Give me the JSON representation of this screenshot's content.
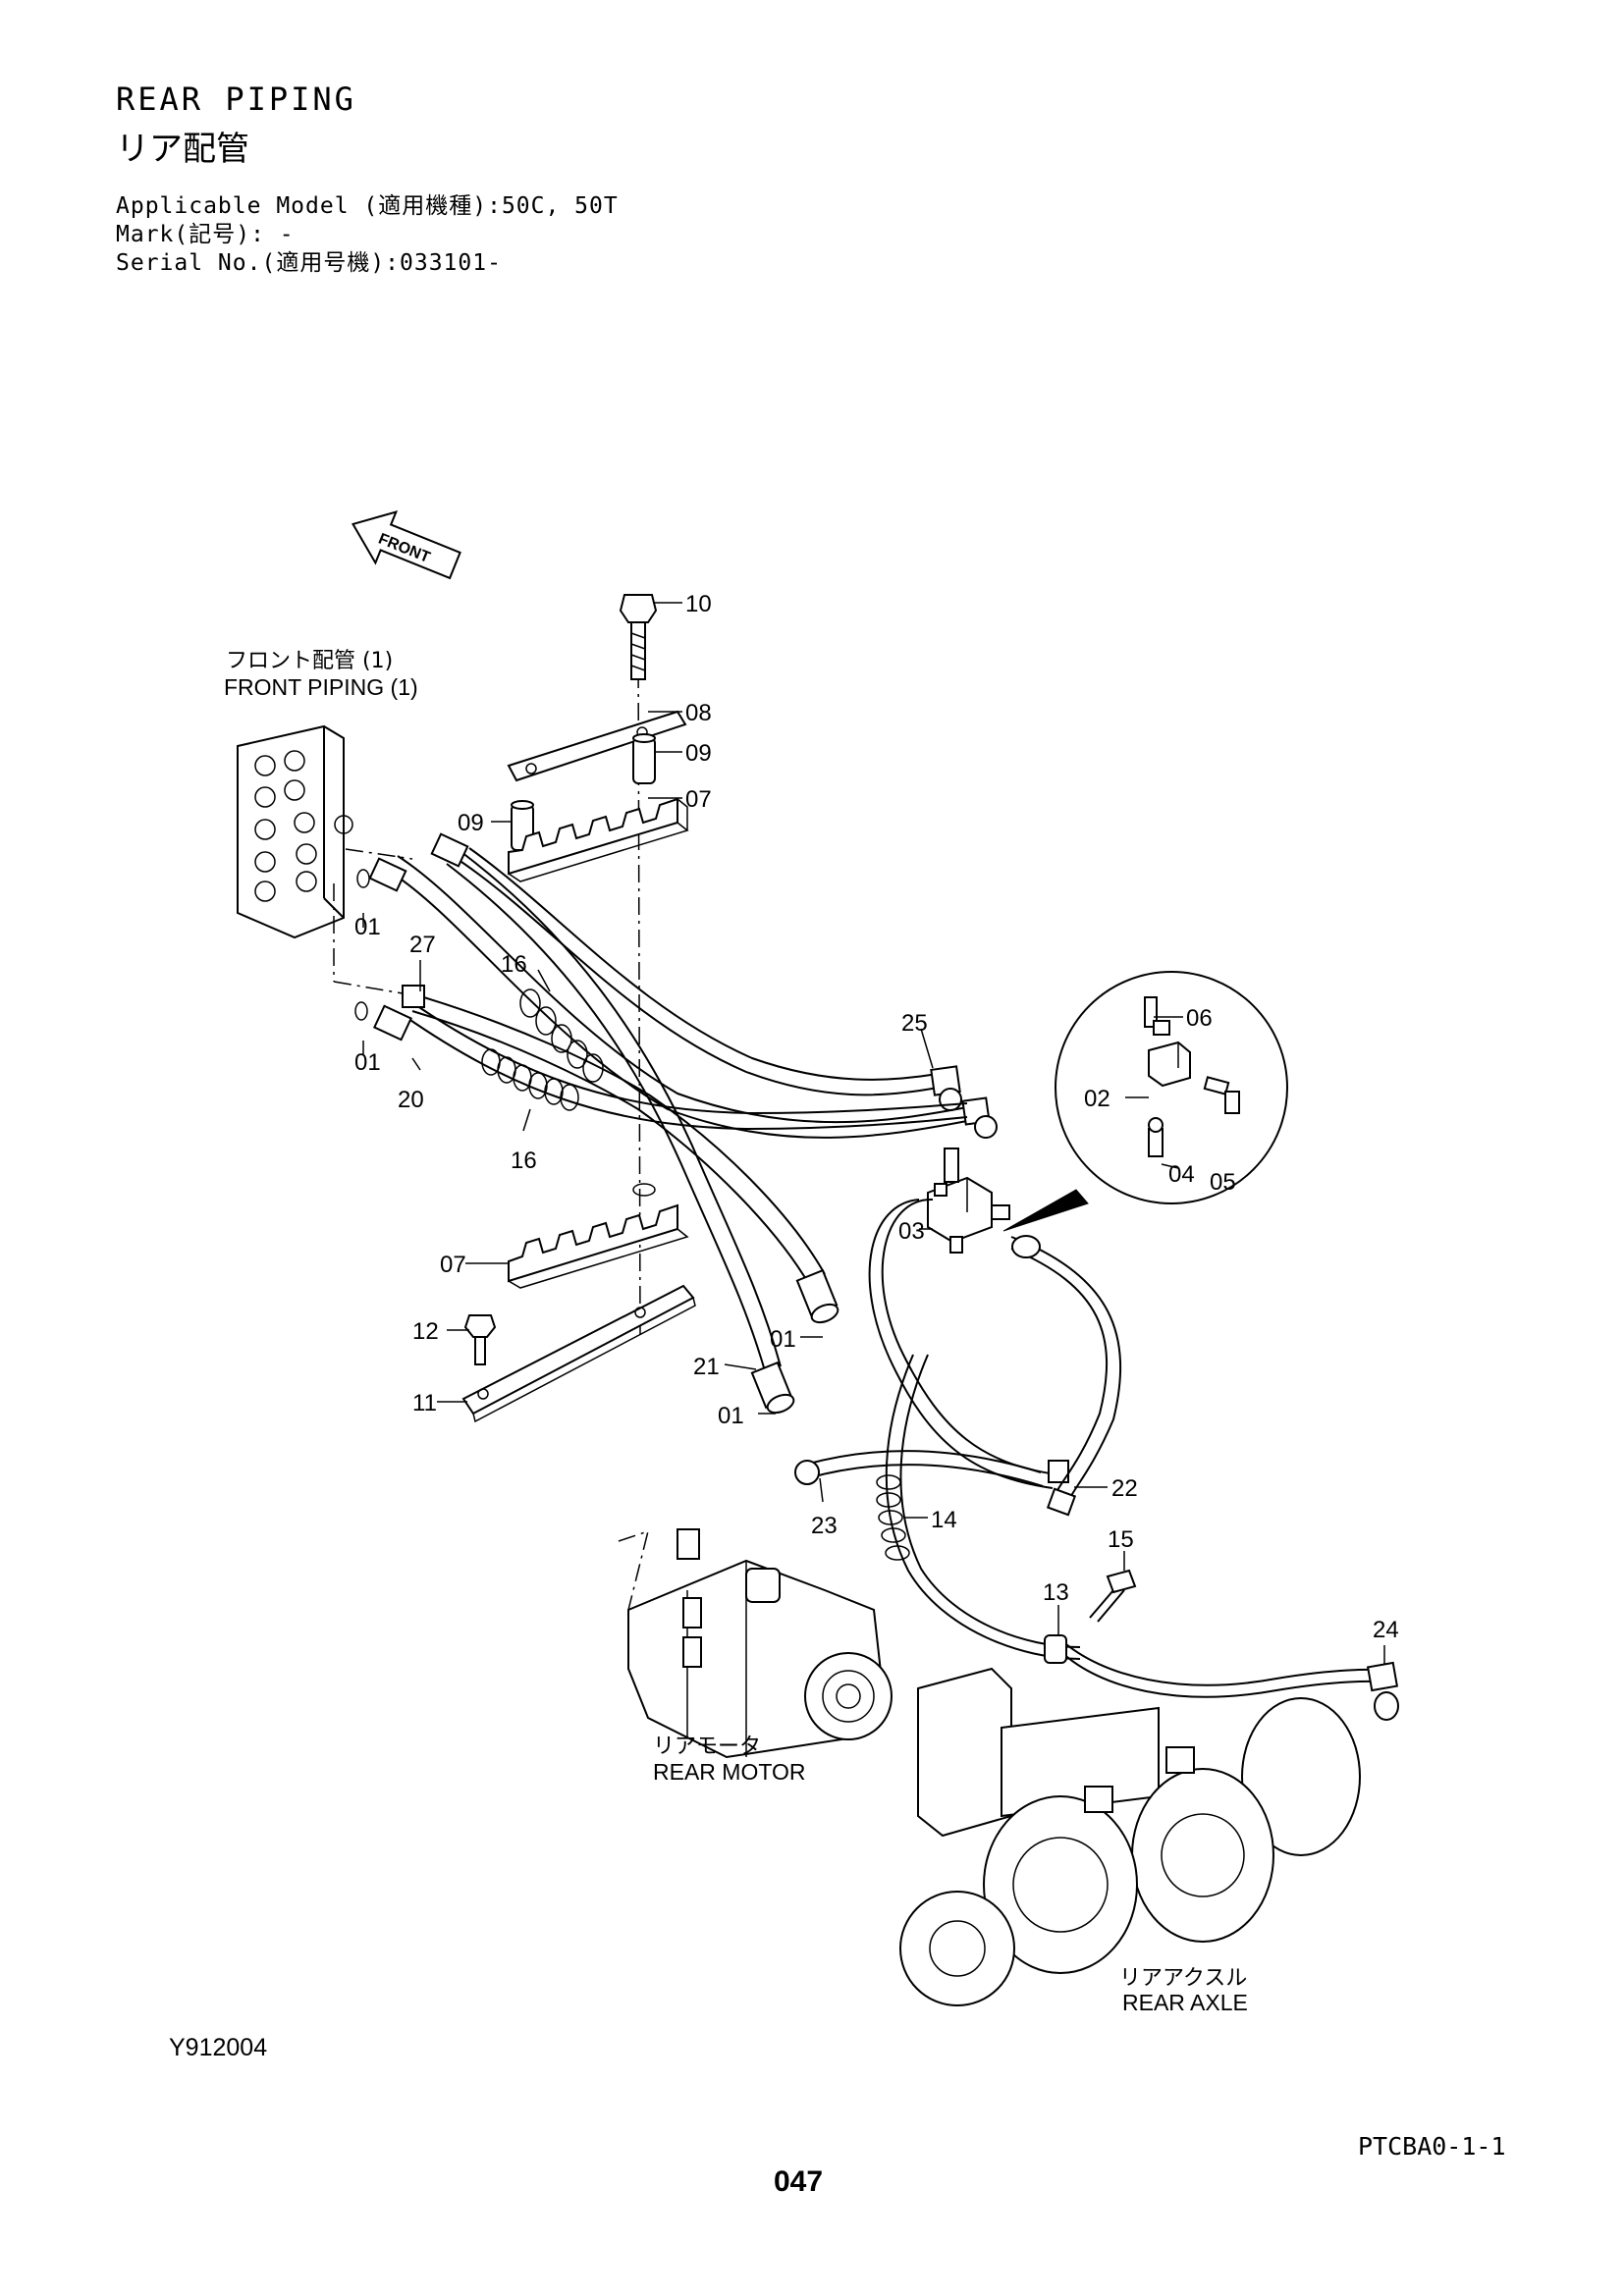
{
  "header": {
    "title": "REAR PIPING",
    "title_jp": "リア配管",
    "applicable_model": "Applicable Model (適用機種):50C, 50T",
    "mark": "Mark(記号): -",
    "serial_no": "Serial No.(適用号機):033101-"
  },
  "diagram": {
    "front_arrow": "FRONT",
    "labels": {
      "front_piping_jp": "フロント配管 (1)",
      "front_piping_en": "FRONT PIPING (1)",
      "rear_motor_jp": "リアモータ",
      "rear_motor_en": "REAR MOTOR",
      "rear_axle_jp": "リアアクスル",
      "rear_axle_en": "REAR AXLE"
    },
    "callouts": [
      "10",
      "08",
      "09",
      "09",
      "07",
      "01",
      "27",
      "16",
      "01",
      "20",
      "16",
      "25",
      "06",
      "02",
      "04",
      "05",
      "03",
      "07",
      "12",
      "11",
      "01",
      "21",
      "01",
      "22",
      "23",
      "14",
      "15",
      "13",
      "24"
    ]
  },
  "footer": {
    "figure_id": "Y912004",
    "page_code": "PTCBA0-1-1",
    "page_number": "047"
  }
}
